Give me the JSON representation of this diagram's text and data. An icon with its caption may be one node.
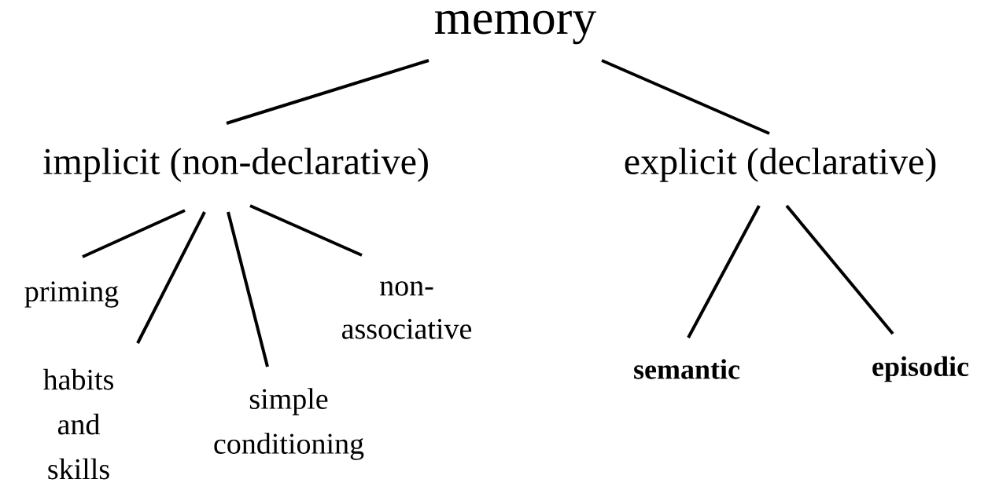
{
  "diagram": {
    "nodes": [
      {
        "text": [
          "memory"
        ]
      },
      {
        "text": [
          "implicit (non-declarative)"
        ]
      },
      {
        "text": [
          "explicit (declarative)"
        ]
      },
      {
        "text": [
          "priming"
        ]
      },
      {
        "text": [
          "habits and skills"
        ]
      },
      {
        "text": [
          "simple conditioning"
        ]
      },
      {
        "text": [
          "non-associative"
        ]
      },
      {
        "text": [
          "semantic"
        ]
      },
      {
        "text": [
          "episodic"
        ]
      }
    ],
    "edges": [
      {
        "from": 0,
        "to": 1,
        "arrow": "none"
      },
      {
        "from": 0,
        "to": 2,
        "arrow": "none"
      },
      {
        "from": 1,
        "to": 3,
        "arrow": "none"
      },
      {
        "from": 1,
        "to": 4,
        "arrow": "none"
      },
      {
        "from": 1,
        "to": 5,
        "arrow": "none"
      },
      {
        "from": 1,
        "to": 6,
        "arrow": "none"
      },
      {
        "from": 2,
        "to": 7,
        "arrow": "none"
      },
      {
        "from": 2,
        "to": 8,
        "arrow": "none"
      }
    ]
  }
}
